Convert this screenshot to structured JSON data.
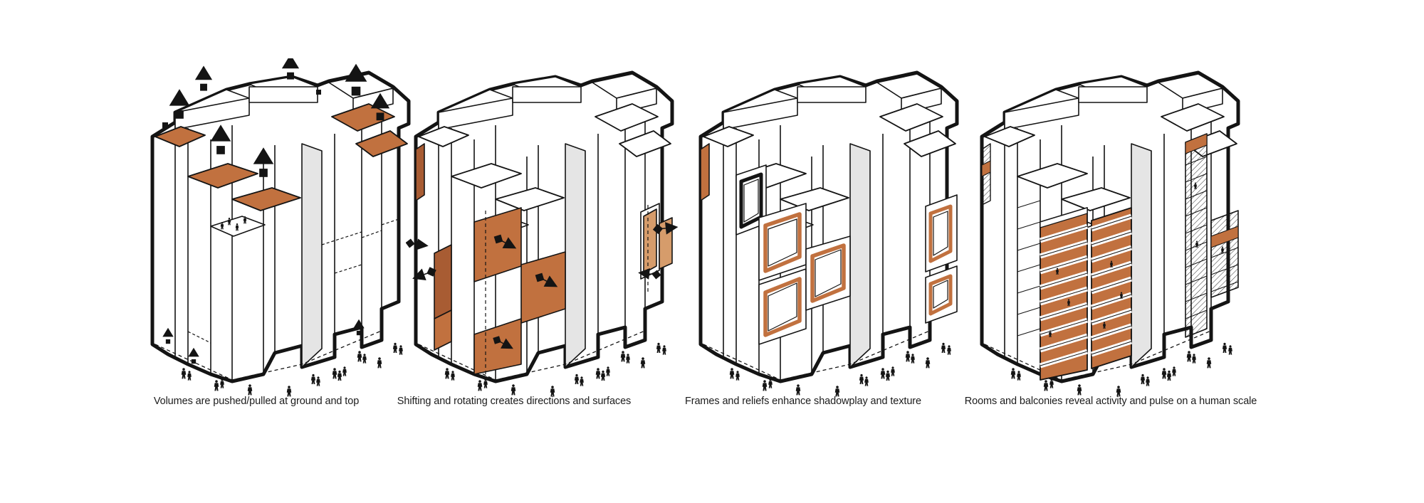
{
  "figure": {
    "background": "#ffffff",
    "colors": {
      "ink": "#141414",
      "accent_orange": "#c1713f",
      "accent_orange_light": "#d69c6b",
      "accent_orange_dark": "#a85c33",
      "recess_gray": "#e5e5e5",
      "paper": "#ffffff"
    },
    "panels": [
      {
        "id": "push-pull",
        "caption": "Volumes are pushed/pulled at ground and top",
        "icons": [
          "up-arrow-icon",
          "person-icon"
        ]
      },
      {
        "id": "shift-rotate",
        "caption": "Shifting and rotating creates directions and surfaces",
        "icons": [
          "shift-arrow-icon",
          "person-icon"
        ]
      },
      {
        "id": "frames-reliefs",
        "caption": "Frames and reliefs enhance shadowplay and texture",
        "icons": [
          "person-icon"
        ]
      },
      {
        "id": "rooms-balconies",
        "caption": "Rooms and balconies reveal activity and pulse on a human scale",
        "icons": [
          "person-icon"
        ]
      }
    ]
  }
}
